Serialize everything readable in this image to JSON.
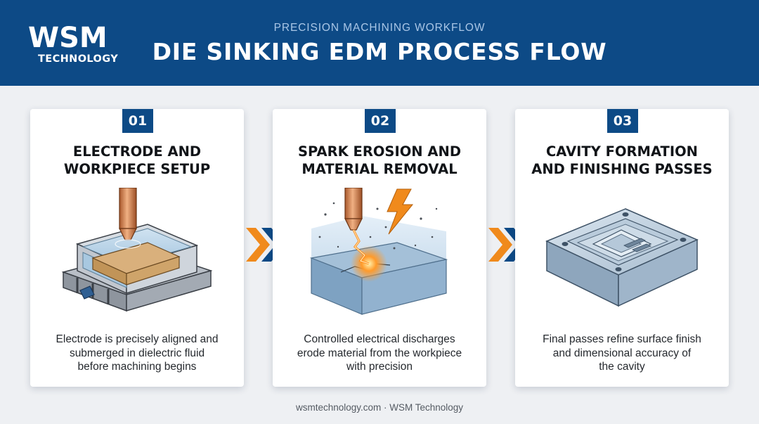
{
  "header": {
    "logo_main": "WSM",
    "logo_sub": "TECHNOLOGY",
    "subtitle": "PRECISION MACHINING WORKFLOW",
    "title": "DIE SINKING EDM PROCESS FLOW"
  },
  "steps": [
    {
      "number": "01",
      "title_line1": "ELECTRODE AND",
      "title_line2": "WORKPIECE SETUP",
      "desc_line1": "Electrode is precisely aligned and",
      "desc_line2": "submerged in dielectric fluid",
      "desc_line3": "before machining begins",
      "illustration": "electrode-tank-icon"
    },
    {
      "number": "02",
      "title_line1": "SPARK EROSION AND",
      "title_line2": "MATERIAL REMOVAL",
      "desc_line1": "Controlled electrical discharges",
      "desc_line2": "erode material from the workpiece",
      "desc_line3": "with precision",
      "illustration": "spark-erosion-icon"
    },
    {
      "number": "03",
      "title_line1": "CAVITY FORMATION",
      "title_line2": "AND FINISHING PASSES",
      "desc_line1": "Final passes refine surface finish",
      "desc_line2": "and dimensional accuracy of",
      "desc_line3": "the cavity",
      "illustration": "die-cavity-icon"
    }
  ],
  "footer": "wsmtechnology.com · WSM Technology",
  "colors": {
    "header_blue": "#0d4a86",
    "accent_orange": "#f08a1c",
    "text_dark": "#111418"
  }
}
